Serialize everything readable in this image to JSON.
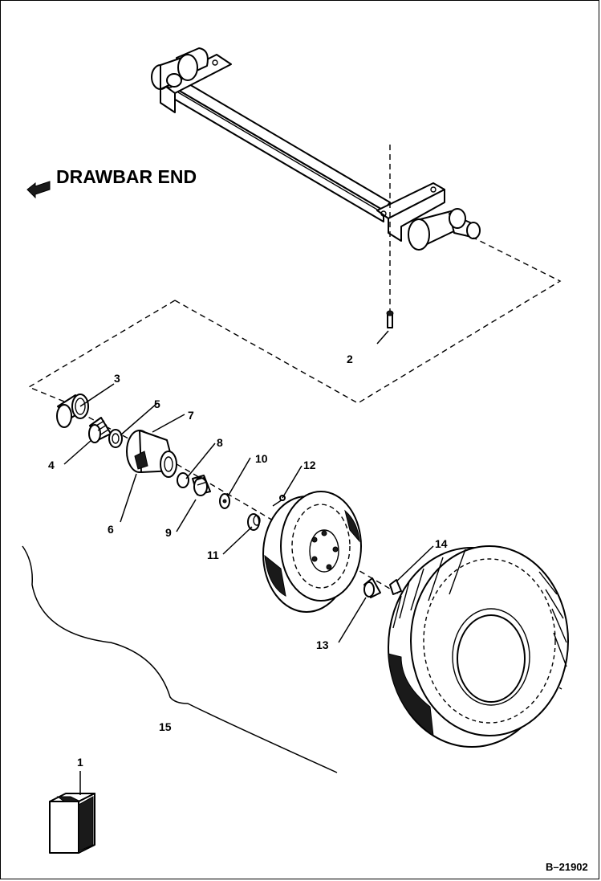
{
  "direction_label": "DRAWBAR END",
  "figure_number": "B–21902",
  "callouts": {
    "c1": "1",
    "c2": "2",
    "c3": "3",
    "c4": "4",
    "c5": "5",
    "c6": "6",
    "c7": "7",
    "c8": "8",
    "c9": "9",
    "c10": "10",
    "c11": "11",
    "c12": "12",
    "c13": "13",
    "c14": "14",
    "c15": "15"
  }
}
